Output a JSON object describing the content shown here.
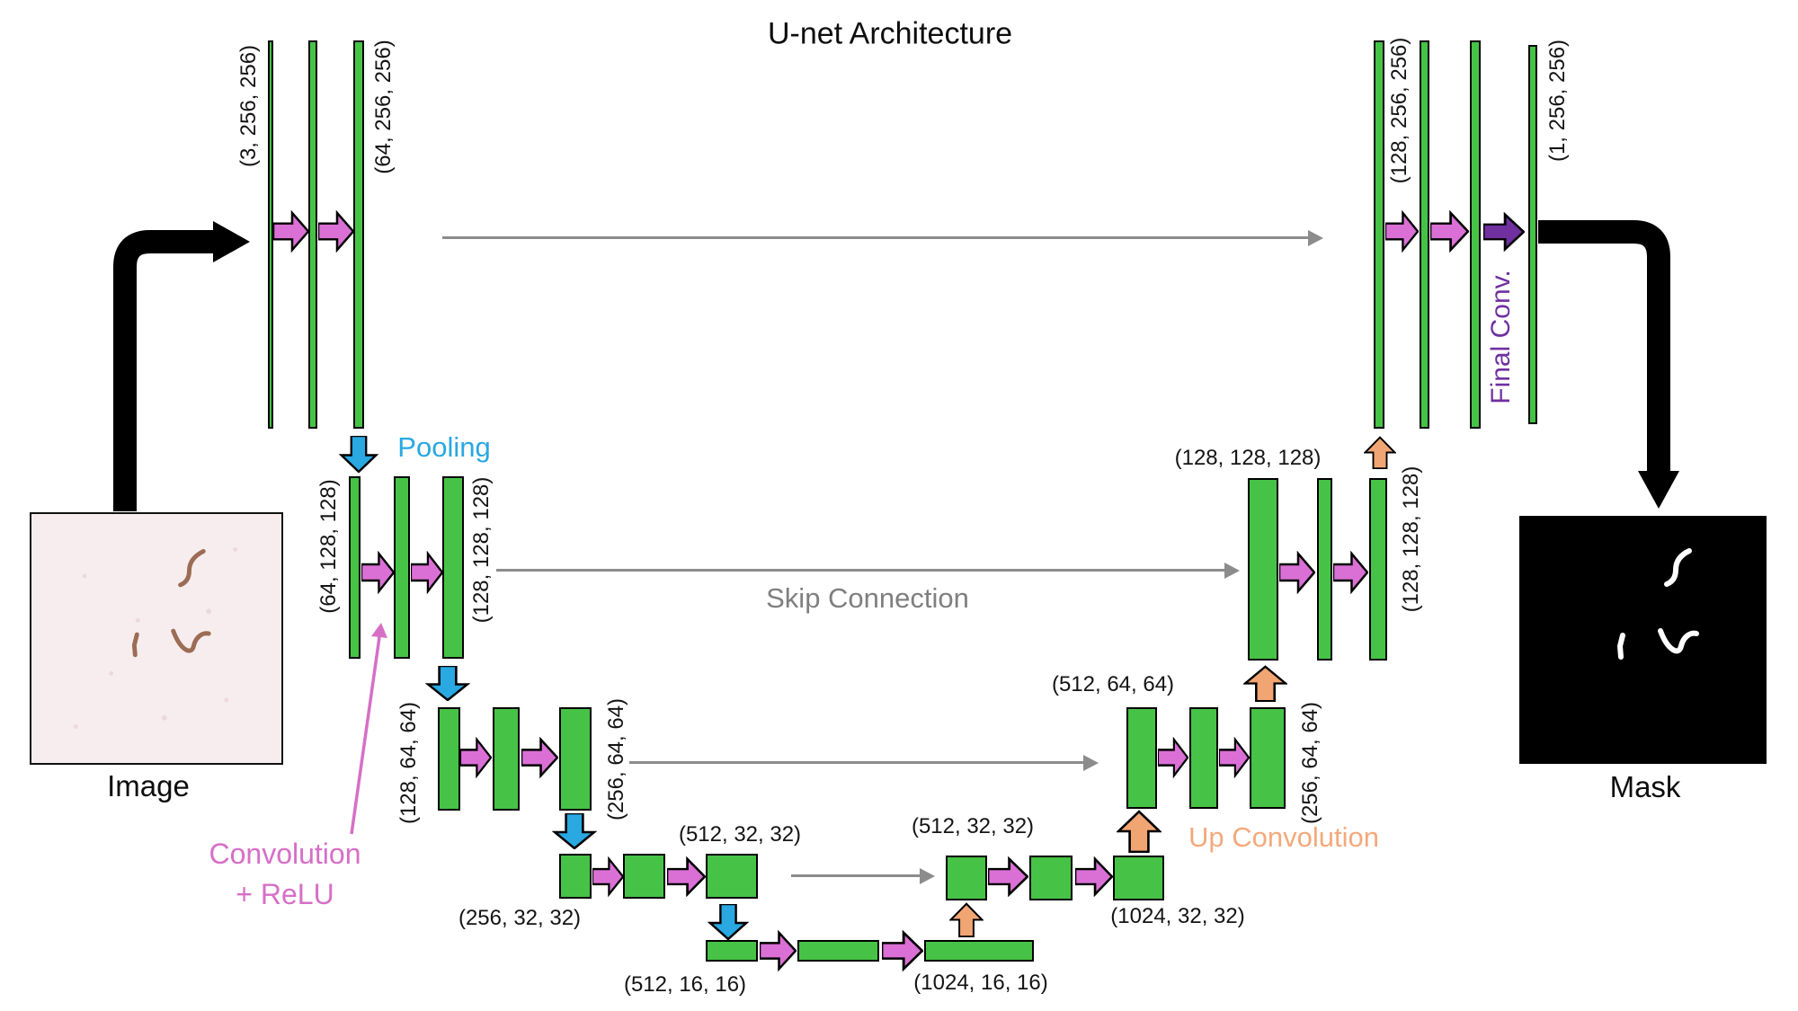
{
  "title": "U-net Architecture",
  "annotations": {
    "pooling": "Pooling",
    "skip_connection": "Skip Connection",
    "up_convolution": "Up Convolution",
    "conv_relu_line1": "Convolution",
    "conv_relu_line2": "+ ReLU",
    "final_conv": "Final Conv.",
    "input_label": "Image",
    "output_label": "Mask"
  },
  "dims": {
    "enc1_in": "(3, 256, 256)",
    "enc1_out": "(64, 256, 256)",
    "enc2_in": "(64, 128, 128)",
    "enc2_out": "(128, 128, 128)",
    "enc3_in": "(128, 64, 64)",
    "enc3_out": "(256, 64, 64)",
    "enc4_in": "(256, 32, 32)",
    "enc4_out": "(512, 32, 32)",
    "bottleneck_in": "(512, 16, 16)",
    "bottleneck_out": "(1024, 16, 16)",
    "dec4_in": "(512, 32, 32)",
    "dec4_out": "(1024, 32, 32)",
    "dec3_in": "(512, 64, 64)",
    "dec3_out": "(256, 64, 64)",
    "dec2_in": "(128, 128, 128)",
    "dec2_out": "(128, 128, 128)",
    "dec1_in": "(128, 256, 256)",
    "dec1_out": "(1, 256, 256)"
  },
  "colors": {
    "feature_map_green": "#46C346",
    "conv_relu_magenta": "#DA70D6",
    "pooling_blue": "#29A8E2",
    "up_convolution_orange": "#F1A573",
    "final_conv_purple": "#7030A0",
    "skip_connection_gray": "#8C8C8C"
  }
}
